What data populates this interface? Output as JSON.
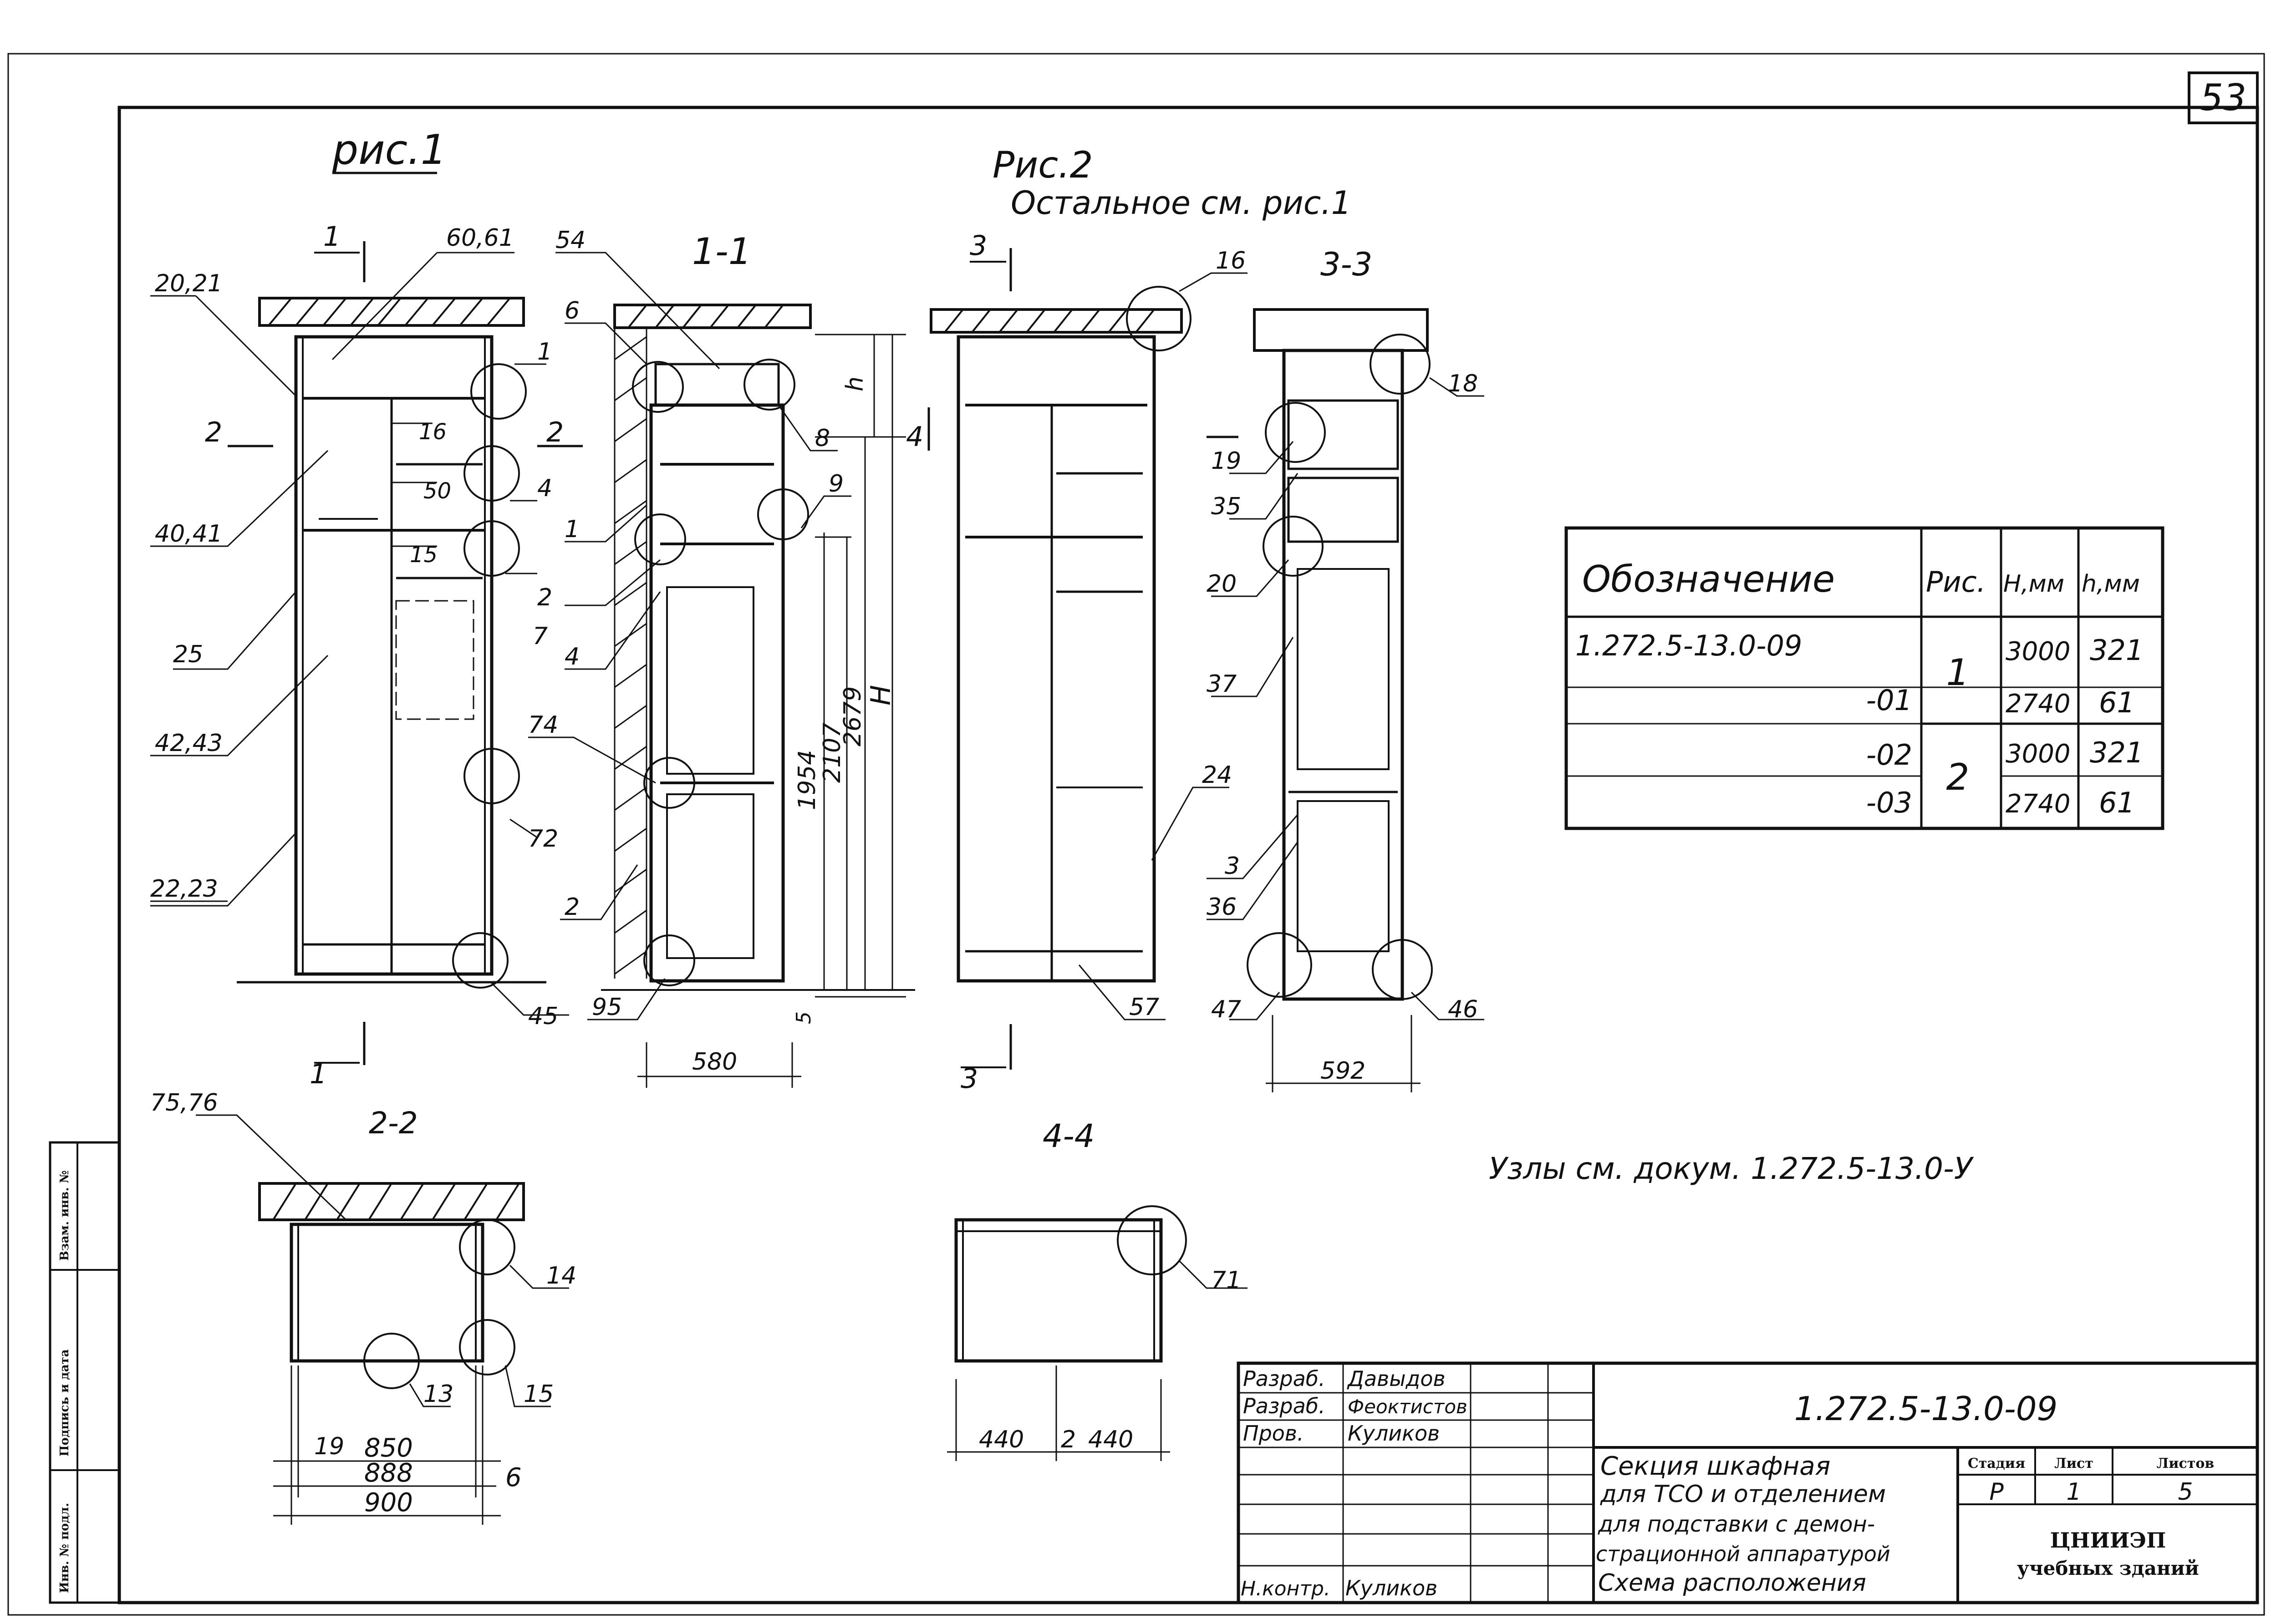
{
  "sheet": {
    "page_number": "53"
  },
  "fig1": {
    "title": "рис.1",
    "section_mark_1": "1",
    "section_mark_2": "2",
    "labels": [
      "60,61",
      "20,21",
      "40,41",
      "25",
      "42,43",
      "22,23",
      "16",
      "50",
      "15",
      "1",
      "4",
      "2",
      "72",
      "45"
    ]
  },
  "fig2": {
    "title": "Рис.2",
    "note": "Остальное см. рис.1"
  },
  "view_1_1": {
    "title": "1-1",
    "labels": [
      "54",
      "6",
      "8",
      "9",
      "1",
      "7",
      "4",
      "74",
      "2",
      "95"
    ],
    "dims": [
      "h",
      "1954",
      "2107",
      "2679",
      "H",
      "5",
      "580"
    ]
  },
  "view_3_rear": {
    "section_mark_3": "3",
    "section_mark_4": "4",
    "labels": [
      "16",
      "24",
      "57"
    ]
  },
  "view_3_3": {
    "title": "3-3",
    "labels": [
      "18",
      "19",
      "35",
      "20",
      "37",
      "3",
      "36",
      "47",
      "46"
    ],
    "dims": [
      "592"
    ]
  },
  "view_2_2": {
    "title": "2-2",
    "labels": [
      "75,76",
      "14",
      "13",
      "15"
    ],
    "dims": [
      "19",
      "850",
      "888",
      "900",
      "6"
    ]
  },
  "view_4_4": {
    "title": "4-4",
    "labels": [
      "71"
    ],
    "dims": [
      "440",
      "2",
      "440"
    ]
  },
  "nodes_note": "Узлы  см. докум.  1.272.5-13.0-У",
  "spec_table": {
    "headers": [
      "Обозначение",
      "Рис.",
      "H,мм",
      "h,мм"
    ],
    "rows": [
      {
        "code": "1.272.5-13.0-09",
        "fig": "1",
        "H": "3000",
        "h": "321"
      },
      {
        "code": "-01",
        "fig": "",
        "H": "2740",
        "h": "61"
      },
      {
        "code": "-02",
        "fig": "2",
        "H": "3000",
        "h": "321"
      },
      {
        "code": "-03",
        "fig": "",
        "H": "2740",
        "h": "61"
      }
    ]
  },
  "title_block": {
    "roles": [
      "Разраб.",
      "Разраб.",
      "Пров.",
      "",
      "",
      "",
      "",
      "Н.контр."
    ],
    "names": [
      "Давыдов",
      "Феоктистов",
      "Куликов",
      "",
      "",
      "",
      "",
      "Куликов"
    ],
    "doc_code": "1.272.5-13.0-09",
    "description": [
      "Секция  шкафная",
      "для ТСО и отделением",
      "для подставки с демон-",
      "страционной аппаратурой",
      "Схема расположения"
    ],
    "stage_header": "Стадия",
    "sheet_header": "Лист",
    "sheets_header": "Листов",
    "stage": "Р",
    "sheet": "1",
    "sheets": "5",
    "org_line1": "ЦНИИЭП",
    "org_line2": "учебных зданий"
  },
  "side_stamp": [
    "Взам. инв. №",
    "Подпись и дата",
    "Инв. № подл."
  ]
}
